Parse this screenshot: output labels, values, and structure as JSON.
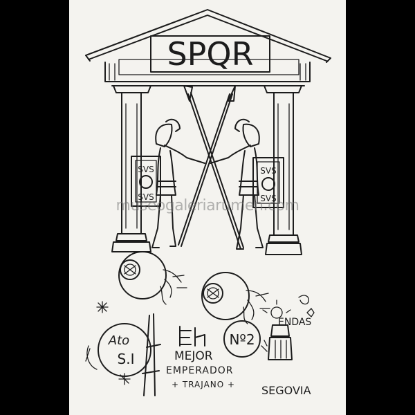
{
  "artwork": {
    "inscription": "SPQR",
    "shield_left_top": "SVS",
    "shield_left_bottom": "SVS",
    "shield_right_top": "SVS",
    "shield_right_bottom": "SVS",
    "circle_left_line1": "Ato",
    "circle_left_line2": "S.I",
    "circle_right": "Nº2",
    "text_line1": "MEJOR",
    "text_line2": "EMPERADOR",
    "text_line3": "+ TRAJANO +",
    "top_right_text": "ENDAS",
    "location": "SEGOVIA"
  },
  "watermark": "museogaleriarumen.com",
  "colors": {
    "ink": "#1c1c1c",
    "paper": "#f4f3ef",
    "frame": "#000000"
  }
}
